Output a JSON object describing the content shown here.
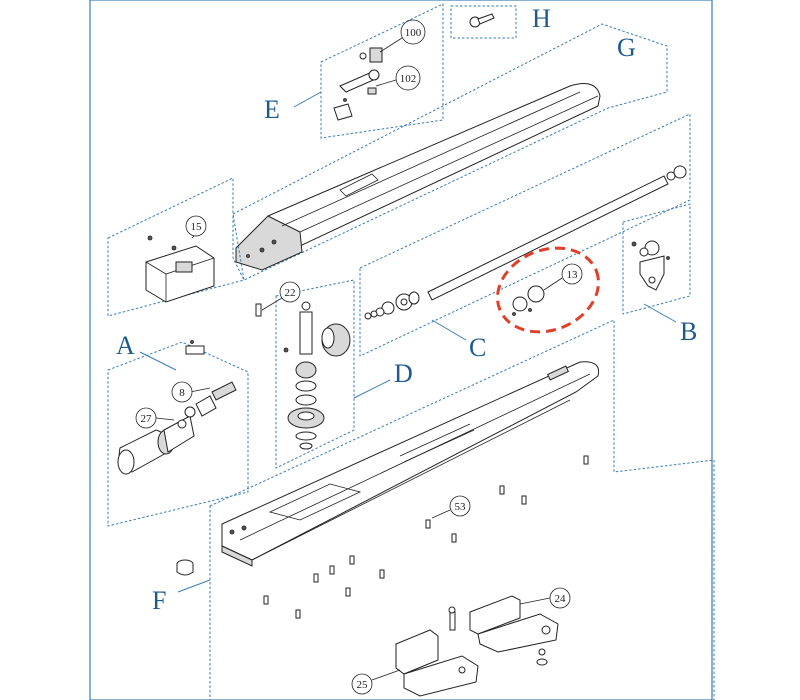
{
  "diagram": {
    "group_labels": {
      "A": "A",
      "B": "B",
      "C": "C",
      "D": "D",
      "E": "E",
      "F": "F",
      "G": "G",
      "H": "H"
    },
    "callouts": {
      "c100": "100",
      "c102": "102",
      "c15": "15",
      "c13": "13",
      "c22": "22",
      "c8": "8",
      "c27": "27",
      "c53": "53",
      "c24": "24",
      "c25": "25"
    },
    "colors": {
      "frame": "#3a7db5",
      "letter": "#1f5a8f",
      "highlight": "#e0402a"
    }
  }
}
